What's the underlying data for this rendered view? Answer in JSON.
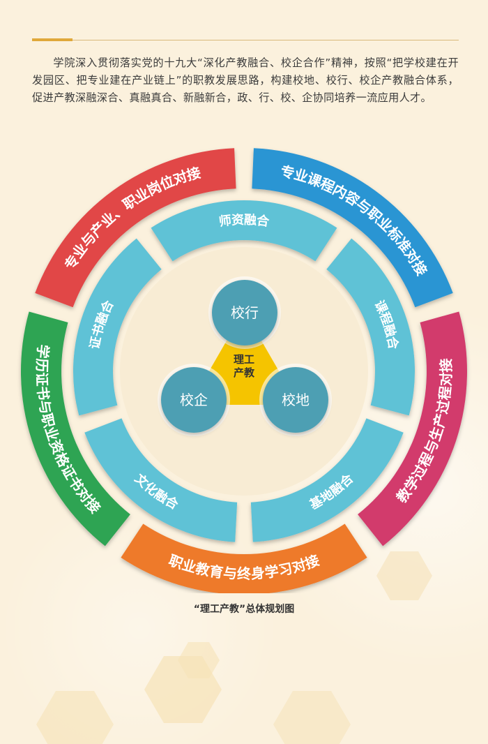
{
  "intro_text": "学院深入贯彻落实党的十九大“深化产教融合、校企合作”精神，按照“把学校建在开发园区、把专业建在产业链上”的职教发展思路，构建校地、校行、校企产教融合体系，促进产教深融深合、真融真合、新融新合，政、行、校、企协同培养一流应用人才。",
  "caption": "“理工产教”总体规划图",
  "center_label_line1": "理工",
  "center_label_line2": "产教",
  "outer_ring": [
    {
      "label": "专业课程内容与职业标准对接",
      "color": "#2a95d3"
    },
    {
      "label": "教学过程与生产过程对接",
      "color": "#d23a6c"
    },
    {
      "label": "职业教育与终身学习对接",
      "color": "#ee7a2b"
    },
    {
      "label": "学历证书与职业资格证书对接",
      "color": "#2ea453"
    },
    {
      "label": "专业与产业、职业岗位对接",
      "color": "#e14747"
    }
  ],
  "middle_ring": [
    {
      "label": "师资融合"
    },
    {
      "label": "课程融合"
    },
    {
      "label": "基地融合"
    },
    {
      "label": "文化融合"
    },
    {
      "label": "证书融合"
    }
  ],
  "inner_circles": [
    {
      "label": "校行"
    },
    {
      "label": "校地"
    },
    {
      "label": "校企"
    }
  ],
  "colors": {
    "middle_ring": "#5fc2d6",
    "inner_circle": "#4e9fb3",
    "triangle": "#f5c400",
    "background": "#fbf1dd",
    "inner_disc": "#f8ecd4"
  }
}
